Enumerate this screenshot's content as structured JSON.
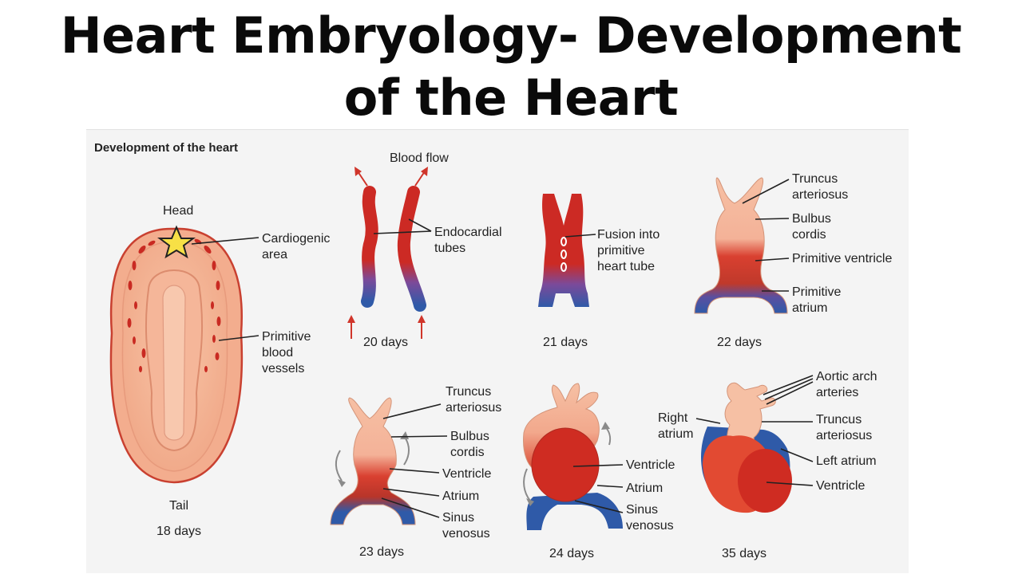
{
  "title": {
    "line1": "Heart Embryology- Development",
    "line2": "of the Heart"
  },
  "figure": {
    "heading": "Development of the heart",
    "embryo": {
      "head": "Head",
      "cardiogenic_area": [
        "Cardiogenic",
        "area"
      ],
      "primitive_vessels": [
        "Primitive",
        "blood",
        "vessels"
      ],
      "tail": "Tail",
      "age": "18 days"
    },
    "day20": {
      "blood_flow": "Blood flow",
      "endocardial_tubes": [
        "Endocardial",
        "tubes"
      ],
      "age": "20 days"
    },
    "day21": {
      "fusion": [
        "Fusion into",
        "primitive",
        "heart tube"
      ],
      "age": "21 days"
    },
    "day22": {
      "truncus": [
        "Truncus",
        "arteriosus"
      ],
      "bulbus": [
        "Bulbus",
        "cordis"
      ],
      "ventricle": "Primitive ventricle",
      "atrium": [
        "Primitive",
        "atrium"
      ],
      "age": "22 days"
    },
    "day23": {
      "truncus": [
        "Truncus",
        "arteriosus"
      ],
      "bulbus": [
        "Bulbus",
        "cordis"
      ],
      "ventricle": "Ventricle",
      "atrium": "Atrium",
      "sinus": [
        "Sinus",
        "venosus"
      ],
      "age": "23 days"
    },
    "day24": {
      "ventricle": "Ventricle",
      "atrium": "Atrium",
      "sinus": [
        "Sinus",
        "venosus"
      ],
      "age": "24 days"
    },
    "day35": {
      "aortic": [
        "Aortic arch",
        "arteries"
      ],
      "right_atrium": [
        "Right",
        "atrium"
      ],
      "truncus": [
        "Truncus",
        "arteriosus"
      ],
      "left_atrium": "Left atrium",
      "ventricle": "Ventricle",
      "age": "35 days"
    }
  },
  "colors": {
    "arterial_red": "#cc2a24",
    "venous_blue": "#2f5aa8",
    "tissue_pink": "#f6b89a",
    "outline": "#c0392b"
  }
}
